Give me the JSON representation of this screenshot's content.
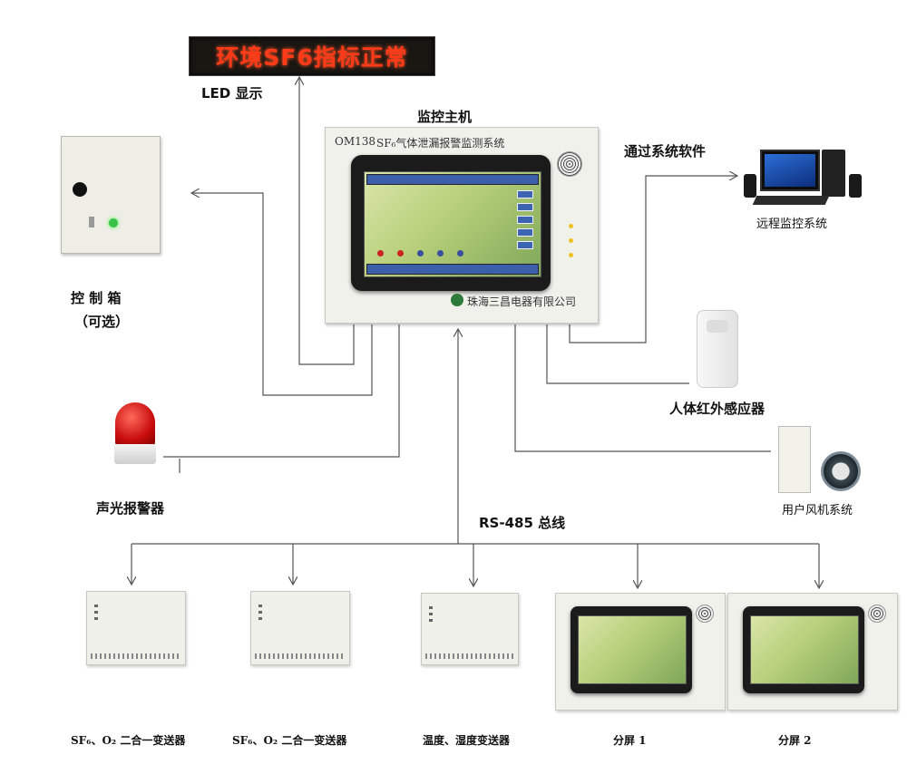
{
  "led_display": {
    "text": "环境SF6指标正常",
    "label": "LED 显示"
  },
  "host": {
    "label": "监控主机",
    "model": "OM138",
    "title": "SF₆气体泄漏报警监测系统",
    "company": "珠海三昌电器有限公司"
  },
  "control_box": {
    "label": "控 制 箱",
    "sublabel": "（可选）"
  },
  "pc": {
    "software_label": "通过系统软件",
    "caption": "远程监控系统"
  },
  "pir": {
    "label": "人体红外感应器"
  },
  "fan": {
    "label": "用户风机系统"
  },
  "alarm": {
    "label": "声光报警器"
  },
  "bus": {
    "label": "RS-485 总线"
  },
  "devices": [
    {
      "caption": "SF₆、O₂ 二合一变送器"
    },
    {
      "caption": "SF₆、O₂ 二合一变送器"
    },
    {
      "caption": "温度、湿度变送器"
    },
    {
      "caption": "分屏 1"
    },
    {
      "caption": "分屏 2"
    }
  ],
  "colors": {
    "wire": "#555555",
    "led_text": "#ff3a18",
    "panel": "#f1f1ec",
    "bezel": "#1b1b1b",
    "lcd": "#b7cf7a"
  }
}
